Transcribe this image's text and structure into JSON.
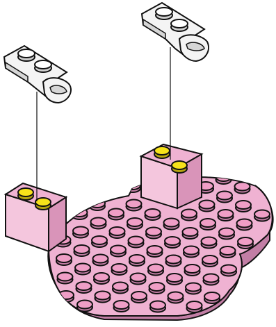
{
  "illustration": {
    "type": "brick-build-instruction-step",
    "parts": [
      {
        "name": "clip-plate-1x2-left",
        "color": "white",
        "count": 1
      },
      {
        "name": "clip-plate-1x2-right",
        "color": "white",
        "count": 1
      },
      {
        "name": "brick-1x2-left",
        "color": "pink",
        "stud_color": "yellow",
        "count": 1
      },
      {
        "name": "brick-1x2-right",
        "color": "pink",
        "stud_color": "yellow",
        "count": 1
      },
      {
        "name": "heart-base-plate",
        "color": "pink",
        "count": 1
      }
    ]
  },
  "colors": {
    "pink_top": "#efb2d2",
    "pink_light": "#f4c6dd",
    "pink_side": "#d994b9",
    "pink_dark": "#c27ea5",
    "stud_top": "#ef9ec6",
    "yellow_stud": "#f7e21a",
    "white_part": "#f4f4f4",
    "white_shade": "#d6d6d6",
    "outline": "#111111",
    "background": "#ffffff"
  }
}
